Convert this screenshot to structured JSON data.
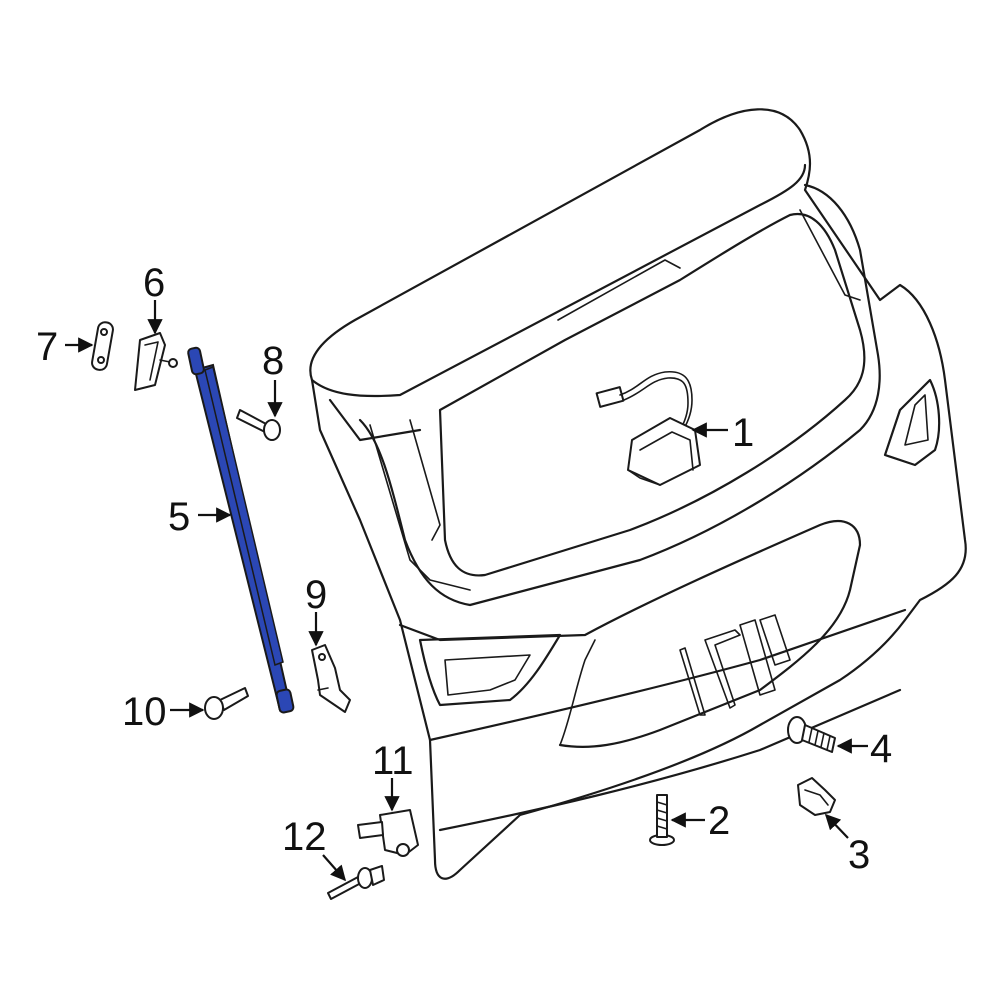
{
  "colors": {
    "highlight": "#2b47b5",
    "line": "#1a1a1a",
    "background": "#ffffff"
  },
  "callouts": [
    {
      "id": "1",
      "label": "1"
    },
    {
      "id": "2",
      "label": "2"
    },
    {
      "id": "3",
      "label": "3"
    },
    {
      "id": "4",
      "label": "4"
    },
    {
      "id": "5",
      "label": "5"
    },
    {
      "id": "6",
      "label": "6"
    },
    {
      "id": "7",
      "label": "7"
    },
    {
      "id": "8",
      "label": "8"
    },
    {
      "id": "9",
      "label": "9"
    },
    {
      "id": "10",
      "label": "10"
    },
    {
      "id": "11",
      "label": "11"
    },
    {
      "id": "12",
      "label": "12"
    }
  ]
}
